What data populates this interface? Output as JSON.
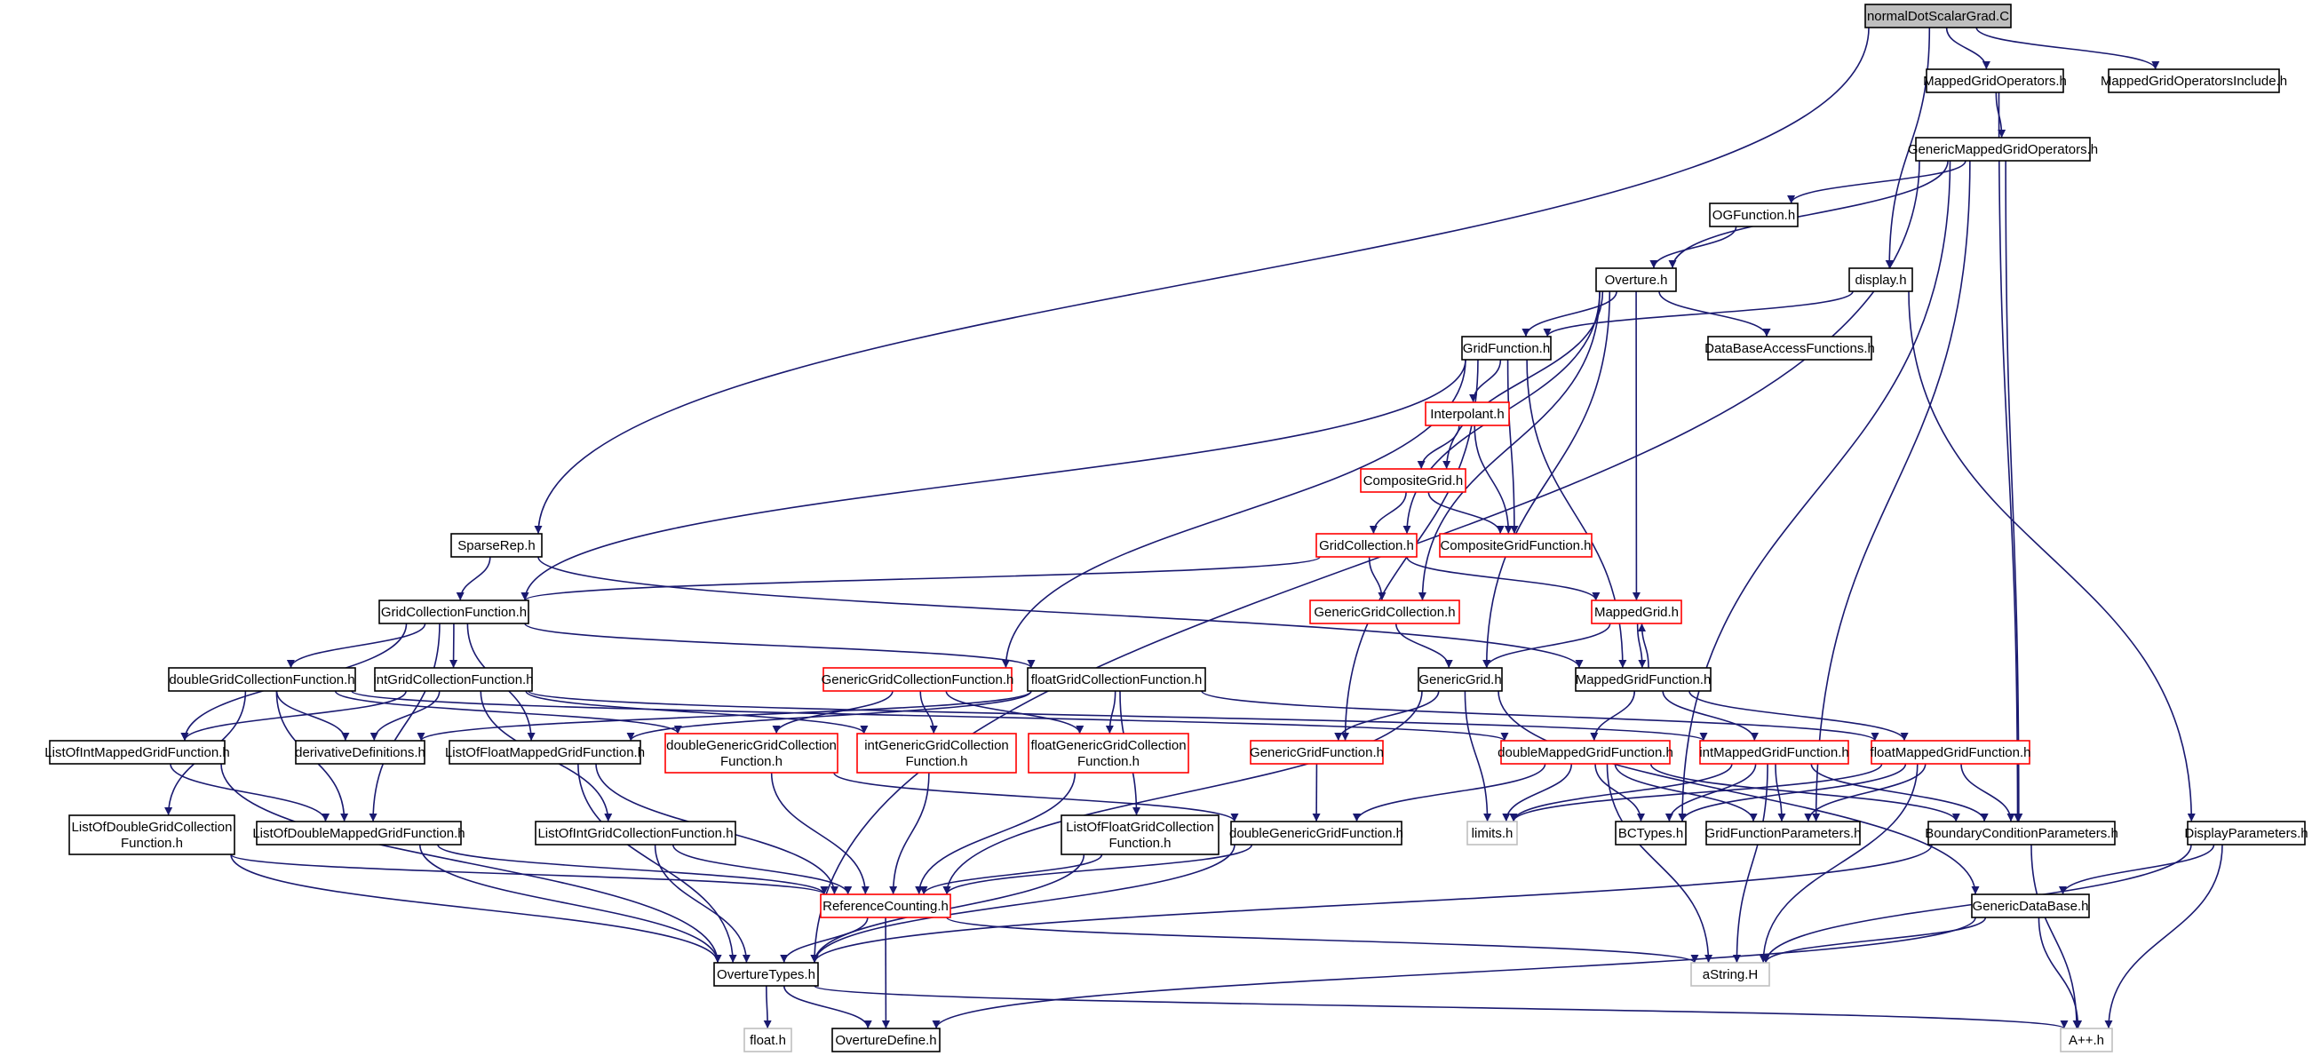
{
  "colors": {
    "edge": "#191970",
    "node_border": "#000000",
    "node_border_truncated": "#ff0000",
    "node_border_system": "#bfbfbf",
    "root_fill": "#bfbfbf",
    "node_fill": "#ffffff",
    "text": "#000000"
  },
  "nodes": [
    {
      "id": "root",
      "label": "normalDotScalarGrad.C",
      "kind": "root"
    },
    {
      "id": "mgo",
      "label": "MappedGridOperators.h",
      "kind": "normal"
    },
    {
      "id": "mgoi",
      "label": "MappedGridOperatorsInclude.h",
      "kind": "normal"
    },
    {
      "id": "gmgo",
      "label": "GenericMappedGridOperators.h",
      "kind": "normal"
    },
    {
      "id": "ogf",
      "label": "OGFunction.h",
      "kind": "normal"
    },
    {
      "id": "overture",
      "label": "Overture.h",
      "kind": "normal"
    },
    {
      "id": "display",
      "label": "display.h",
      "kind": "normal"
    },
    {
      "id": "dbaf",
      "label": "DataBaseAccessFunctions.h",
      "kind": "normal"
    },
    {
      "id": "gridfn",
      "label": "GridFunction.h",
      "kind": "normal"
    },
    {
      "id": "interp",
      "label": "Interpolant.h",
      "kind": "truncated"
    },
    {
      "id": "compgrid",
      "label": "CompositeGrid.h",
      "kind": "truncated"
    },
    {
      "id": "compgridfn",
      "label": "CompositeGridFunction.h",
      "kind": "truncated"
    },
    {
      "id": "gridcoll",
      "label": "GridCollection.h",
      "kind": "truncated"
    },
    {
      "id": "sparserep",
      "label": "SparseRep.h",
      "kind": "normal"
    },
    {
      "id": "gridcollfn",
      "label": "GridCollectionFunction.h",
      "kind": "normal"
    },
    {
      "id": "gengridcoll",
      "label": "GenericGridCollection.h",
      "kind": "truncated"
    },
    {
      "id": "mappedgrid",
      "label": "MappedGrid.h",
      "kind": "truncated"
    },
    {
      "id": "dblgridcollfn",
      "label": "doubleGridCollectionFunction.h",
      "kind": "normal"
    },
    {
      "id": "intgridcollfn",
      "label": "intGridCollectionFunction.h",
      "kind": "normal"
    },
    {
      "id": "gengridcollfn",
      "label": "GenericGridCollectionFunction.h",
      "kind": "truncated"
    },
    {
      "id": "fltgridcollfn",
      "label": "floatGridCollectionFunction.h",
      "kind": "normal"
    },
    {
      "id": "gengrid",
      "label": "GenericGrid.h",
      "kind": "normal"
    },
    {
      "id": "mappedgridfn",
      "label": "MappedGridFunction.h",
      "kind": "normal"
    },
    {
      "id": "listintmgf",
      "label": "ListOfIntMappedGridFunction.h",
      "kind": "normal"
    },
    {
      "id": "derivdefs",
      "label": "derivativeDefinitions.h",
      "kind": "normal"
    },
    {
      "id": "listfltmgf",
      "label": "ListOfFloatMappedGridFunction.h",
      "kind": "normal"
    },
    {
      "id": "dblgengridcollfn",
      "label": "doubleGenericGridCollection\nFunction.h",
      "kind": "truncated"
    },
    {
      "id": "intgengridcollfn",
      "label": "intGenericGridCollection\nFunction.h",
      "kind": "truncated"
    },
    {
      "id": "fltgengridcollfn",
      "label": "floatGenericGridCollection\nFunction.h",
      "kind": "truncated"
    },
    {
      "id": "gengridfn",
      "label": "GenericGridFunction.h",
      "kind": "truncated"
    },
    {
      "id": "dblmgf",
      "label": "doubleMappedGridFunction.h",
      "kind": "truncated"
    },
    {
      "id": "intmgf",
      "label": "intMappedGridFunction.h",
      "kind": "truncated"
    },
    {
      "id": "fltmgf",
      "label": "floatMappedGridFunction.h",
      "kind": "truncated"
    },
    {
      "id": "listdblgcf",
      "label": "ListOfDoubleGridCollection\nFunction.h",
      "kind": "normal"
    },
    {
      "id": "listdblmgf",
      "label": "ListOfDoubleMappedGridFunction.h",
      "kind": "normal"
    },
    {
      "id": "listintgcf",
      "label": "ListOfIntGridCollectionFunction.h",
      "kind": "normal"
    },
    {
      "id": "listfltgcf",
      "label": "ListOfFloatGridCollection\nFunction.h",
      "kind": "normal"
    },
    {
      "id": "dblgengridfn",
      "label": "doubleGenericGridFunction.h",
      "kind": "normal"
    },
    {
      "id": "limits",
      "label": "limits.h",
      "kind": "system"
    },
    {
      "id": "bctypes",
      "label": "BCTypes.h",
      "kind": "normal"
    },
    {
      "id": "gfparams",
      "label": "GridFunctionParameters.h",
      "kind": "normal"
    },
    {
      "id": "bcparams",
      "label": "BoundaryConditionParameters.h",
      "kind": "normal"
    },
    {
      "id": "dispparams",
      "label": "DisplayParameters.h",
      "kind": "normal"
    },
    {
      "id": "refcount",
      "label": "ReferenceCounting.h",
      "kind": "truncated"
    },
    {
      "id": "gendb",
      "label": "GenericDataBase.h",
      "kind": "normal"
    },
    {
      "id": "overtypes",
      "label": "OvertureTypes.h",
      "kind": "normal"
    },
    {
      "id": "astring",
      "label": "aString.H",
      "kind": "system"
    },
    {
      "id": "float",
      "label": "float.h",
      "kind": "system"
    },
    {
      "id": "overdef",
      "label": "OvertureDefine.h",
      "kind": "normal"
    },
    {
      "id": "app",
      "label": "A++.h",
      "kind": "system"
    }
  ],
  "edges": [
    [
      "root",
      "mgo"
    ],
    [
      "root",
      "mgoi"
    ],
    [
      "root",
      "display"
    ],
    [
      "root",
      "sparserep"
    ],
    [
      "mgo",
      "gmgo"
    ],
    [
      "mgo",
      "bcparams"
    ],
    [
      "gmgo",
      "ogf"
    ],
    [
      "gmgo",
      "overture"
    ],
    [
      "gmgo",
      "overtypes"
    ],
    [
      "gmgo",
      "bctypes"
    ],
    [
      "gmgo",
      "gfparams"
    ],
    [
      "gmgo",
      "bcparams"
    ],
    [
      "ogf",
      "overture"
    ],
    [
      "overture",
      "gridfn"
    ],
    [
      "overture",
      "dbaf"
    ],
    [
      "overture",
      "compgrid"
    ],
    [
      "overture",
      "gridcoll"
    ],
    [
      "overture",
      "gengridcoll"
    ],
    [
      "overture",
      "mappedgrid"
    ],
    [
      "overture",
      "gengrid"
    ],
    [
      "display",
      "gridfn"
    ],
    [
      "display",
      "dispparams"
    ],
    [
      "gridfn",
      "interp"
    ],
    [
      "gridfn",
      "compgridfn"
    ],
    [
      "gridfn",
      "gridcollfn"
    ],
    [
      "gridfn",
      "gengridcollfn"
    ],
    [
      "gridfn",
      "gengridfn"
    ],
    [
      "gridfn",
      "mappedgridfn"
    ],
    [
      "interp",
      "compgrid"
    ],
    [
      "interp",
      "compgridfn"
    ],
    [
      "compgrid",
      "gridcoll"
    ],
    [
      "compgrid",
      "compgridfn"
    ],
    [
      "gridcoll",
      "gridcollfn"
    ],
    [
      "gridcoll",
      "gengridcoll"
    ],
    [
      "gridcoll",
      "mappedgrid"
    ],
    [
      "sparserep",
      "gridcollfn"
    ],
    [
      "sparserep",
      "mappedgridfn"
    ],
    [
      "gridcollfn",
      "dblgridcollfn"
    ],
    [
      "gridcollfn",
      "intgridcollfn"
    ],
    [
      "gridcollfn",
      "fltgridcollfn"
    ],
    [
      "gridcollfn",
      "listintmgf"
    ],
    [
      "gridcollfn",
      "listfltmgf"
    ],
    [
      "gridcollfn",
      "listdblmgf"
    ],
    [
      "gengridcoll",
      "gengrid"
    ],
    [
      "mappedgrid",
      "gengrid"
    ],
    [
      "mappedgrid",
      "mappedgridfn"
    ],
    [
      "mappedgridfn",
      "mappedgrid"
    ],
    [
      "dblgridcollfn",
      "derivdefs"
    ],
    [
      "dblgridcollfn",
      "dblgengridcollfn"
    ],
    [
      "dblgridcollfn",
      "listdblgcf"
    ],
    [
      "dblgridcollfn",
      "listdblmgf"
    ],
    [
      "dblgridcollfn",
      "dblmgf"
    ],
    [
      "intgridcollfn",
      "derivdefs"
    ],
    [
      "intgridcollfn",
      "intgengridcollfn"
    ],
    [
      "intgridcollfn",
      "listintmgf"
    ],
    [
      "intgridcollfn",
      "listintgcf"
    ],
    [
      "intgridcollfn",
      "intmgf"
    ],
    [
      "gengridcollfn",
      "dblgengridcollfn"
    ],
    [
      "gengridcollfn",
      "intgengridcollfn"
    ],
    [
      "gengridcollfn",
      "fltgengridcollfn"
    ],
    [
      "fltgridcollfn",
      "derivdefs"
    ],
    [
      "fltgridcollfn",
      "fltgengridcollfn"
    ],
    [
      "fltgridcollfn",
      "listfltmgf"
    ],
    [
      "fltgridcollfn",
      "listfltgcf"
    ],
    [
      "fltgridcollfn",
      "fltmgf"
    ],
    [
      "gengrid",
      "gengridfn"
    ],
    [
      "gengrid",
      "refcount"
    ],
    [
      "gengrid",
      "limits"
    ],
    [
      "gengrid",
      "gendb"
    ],
    [
      "mappedgridfn",
      "dblmgf"
    ],
    [
      "mappedgridfn",
      "intmgf"
    ],
    [
      "mappedgridfn",
      "fltmgf"
    ],
    [
      "listintmgf",
      "listdblmgf"
    ],
    [
      "listintmgf",
      "overtypes"
    ],
    [
      "listfltmgf",
      "overtypes"
    ],
    [
      "listfltmgf",
      "refcount"
    ],
    [
      "dblgengridcollfn",
      "refcount"
    ],
    [
      "dblgengridcollfn",
      "dblgengridfn"
    ],
    [
      "intgengridcollfn",
      "refcount"
    ],
    [
      "fltgengridcollfn",
      "refcount"
    ],
    [
      "gengridfn",
      "dblgengridfn"
    ],
    [
      "dblmgf",
      "dblgengridfn"
    ],
    [
      "dblmgf",
      "limits"
    ],
    [
      "dblmgf",
      "bctypes"
    ],
    [
      "dblmgf",
      "gfparams"
    ],
    [
      "dblmgf",
      "bcparams"
    ],
    [
      "dblmgf",
      "astring"
    ],
    [
      "intmgf",
      "limits"
    ],
    [
      "intmgf",
      "bctypes"
    ],
    [
      "intmgf",
      "gfparams"
    ],
    [
      "intmgf",
      "bcparams"
    ],
    [
      "intmgf",
      "astring"
    ],
    [
      "fltmgf",
      "limits"
    ],
    [
      "fltmgf",
      "bctypes"
    ],
    [
      "fltmgf",
      "gfparams"
    ],
    [
      "fltmgf",
      "bcparams"
    ],
    [
      "fltmgf",
      "astring"
    ],
    [
      "listdblgcf",
      "refcount"
    ],
    [
      "listdblgcf",
      "overtypes"
    ],
    [
      "listdblmgf",
      "refcount"
    ],
    [
      "listdblmgf",
      "overtypes"
    ],
    [
      "listintgcf",
      "refcount"
    ],
    [
      "listintgcf",
      "overtypes"
    ],
    [
      "listfltgcf",
      "refcount"
    ],
    [
      "listfltgcf",
      "overtypes"
    ],
    [
      "dblgengridfn",
      "refcount"
    ],
    [
      "dblgengridfn",
      "overtypes"
    ],
    [
      "bcparams",
      "overtypes"
    ],
    [
      "bcparams",
      "app"
    ],
    [
      "dispparams",
      "gendb"
    ],
    [
      "dispparams",
      "astring"
    ],
    [
      "dispparams",
      "app"
    ],
    [
      "refcount",
      "overtypes"
    ],
    [
      "refcount",
      "overdef"
    ],
    [
      "refcount",
      "astring"
    ],
    [
      "gendb",
      "astring"
    ],
    [
      "gendb",
      "app"
    ],
    [
      "gendb",
      "overdef"
    ],
    [
      "overtypes",
      "float"
    ],
    [
      "overtypes",
      "overdef"
    ],
    [
      "overtypes",
      "app"
    ]
  ]
}
